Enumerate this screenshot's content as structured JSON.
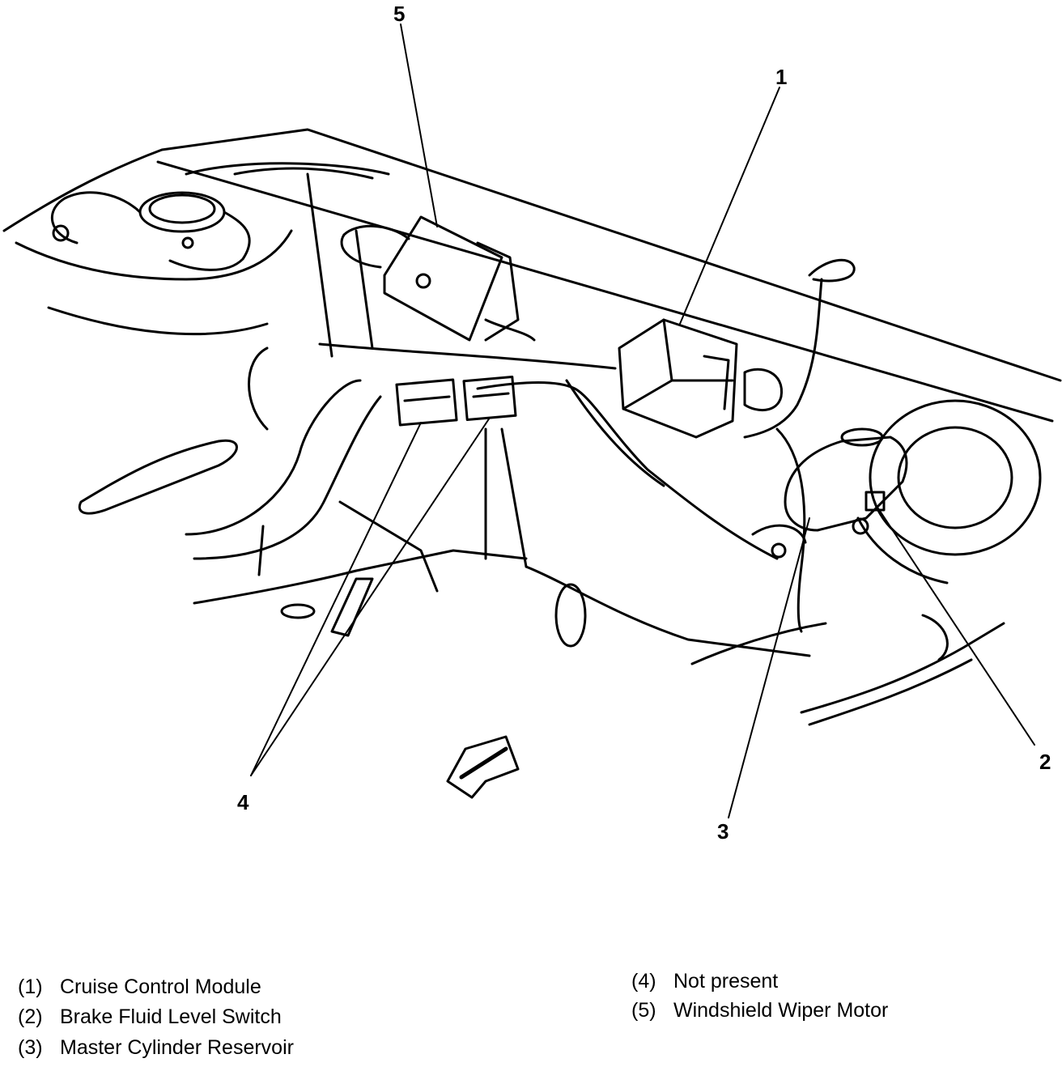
{
  "callouts": [
    {
      "number": "1"
    },
    {
      "number": "2"
    },
    {
      "number": "3"
    },
    {
      "number": "4"
    },
    {
      "number": "5"
    }
  ],
  "legend": [
    {
      "number": "(1)",
      "label": "Cruise Control Module"
    },
    {
      "number": "(2)",
      "label": "Brake Fluid Level Switch"
    },
    {
      "number": "(3)",
      "label": "Master Cylinder Reservoir"
    },
    {
      "number": "(4)",
      "label": "Not present"
    },
    {
      "number": "(5)",
      "label": "Windshield Wiper Motor"
    }
  ]
}
